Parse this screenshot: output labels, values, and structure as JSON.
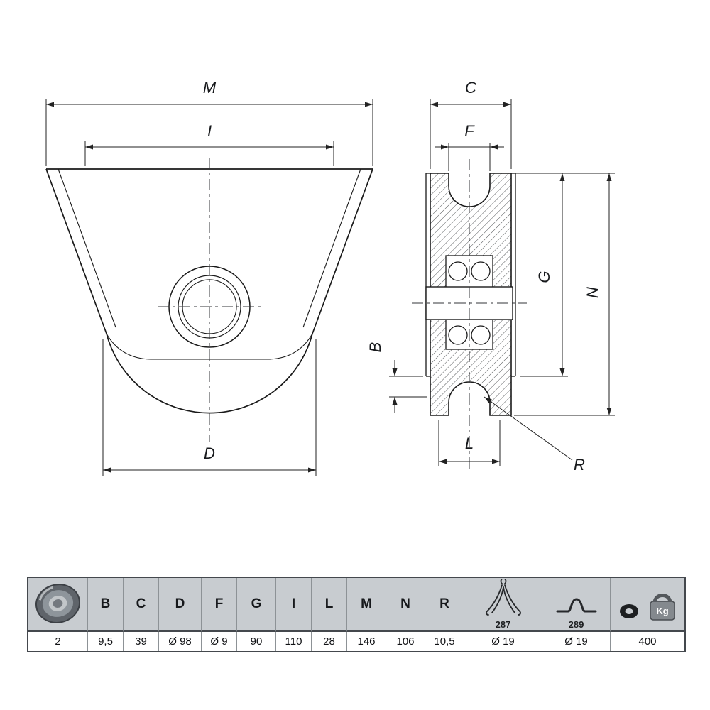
{
  "drawing": {
    "dims": {
      "M": "M",
      "I": "I",
      "D": "D",
      "C": "C",
      "F": "F",
      "G": "G",
      "N": "N",
      "B": "B",
      "L": "L",
      "R": "R"
    }
  },
  "table": {
    "columns": [
      {
        "header": "",
        "caption": "",
        "value": "2"
      },
      {
        "header": "B",
        "value": "9,5"
      },
      {
        "header": "C",
        "value": "39"
      },
      {
        "header": "D",
        "value": "Ø 98"
      },
      {
        "header": "F",
        "value": "Ø 9"
      },
      {
        "header": "G",
        "value": "90"
      },
      {
        "header": "I",
        "value": "110"
      },
      {
        "header": "L",
        "value": "28"
      },
      {
        "header": "M",
        "value": "146"
      },
      {
        "header": "N",
        "value": "106"
      },
      {
        "header": "R",
        "value": "10,5"
      },
      {
        "caption": "287",
        "value": "Ø 19"
      },
      {
        "caption": "289",
        "value": "Ø 19"
      },
      {
        "caption": "Kg",
        "value": "400"
      }
    ]
  },
  "colors": {
    "table_header_bg": "#c8ccd0",
    "line": "#1a1a1a"
  }
}
